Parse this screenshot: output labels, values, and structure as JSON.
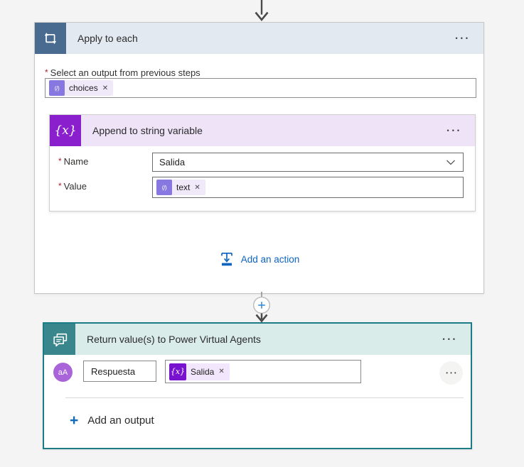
{
  "colors": {
    "apply_header_bg": "#e3e9f1",
    "apply_icon_bg": "#4a6b90",
    "append_header_bg": "#efe3f8",
    "append_icon_bg": "#8a1fce",
    "token_pill_bg": "#efe9fa",
    "token_icon_violet": "#8678e0",
    "deep_purple_token": "#7713ce",
    "teal_border": "#1a7d85",
    "teal_icon_bg": "#3a868d",
    "teal_header_bg": "#d9ece9",
    "link_blue": "#0e63c0",
    "plus_blue": "#2f87d4",
    "plus_link_blue": "#0f6cbd",
    "type_badge_purple": "#a964d9"
  },
  "icons": {
    "ellipsis": "•••",
    "close": "✕",
    "dynamic_token": "(/)",
    "variable": "{x}",
    "type_text": "aA",
    "plus": "+"
  },
  "apply_card": {
    "title": "Apply to each",
    "required_mark": "*",
    "select_label": "Select an output from previous steps",
    "choices_token": "choices",
    "add_action_label": "Add an action",
    "append_card": {
      "title": "Append to string variable",
      "name_label": "Name",
      "name_value": "Salida",
      "value_label": "Value",
      "value_token": "text"
    }
  },
  "return_card": {
    "title": "Return value(s) to Power Virtual Agents",
    "output_name": "Respuesta",
    "output_token": "Salida",
    "add_output_label": "Add an output"
  }
}
